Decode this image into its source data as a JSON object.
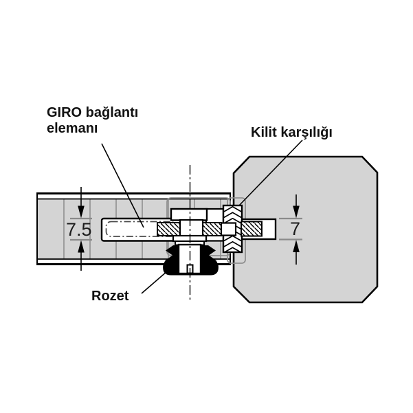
{
  "diagram": {
    "type": "technical-drawing",
    "labels": {
      "giro_line1": "GIRO bağlantı",
      "giro_line2": "elemanı",
      "strike_plate": "Kilit karşılığı",
      "rosette": "Rozet"
    },
    "dimensions": {
      "panel_groove_height": "7.5",
      "strike_hole_height": "7"
    },
    "colors": {
      "background": "#ffffff",
      "panel_fill": "#d4d4d4",
      "outline": "#000000",
      "panel_division_line": "#9d9d9d",
      "recess_outline": "#8f8f8f",
      "dimension_tick": "#8a8a8a"
    }
  }
}
